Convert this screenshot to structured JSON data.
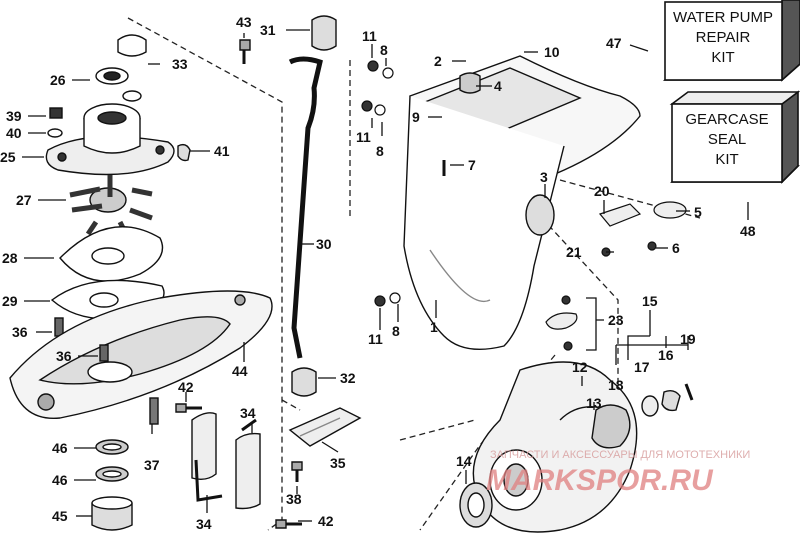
{
  "kits": {
    "water_pump": [
      "WATER PUMP",
      "REPAIR",
      "KIT"
    ],
    "gearcase_seal": [
      "GEARCASE",
      "SEAL",
      "KIT"
    ]
  },
  "watermark": {
    "small": "ЗАПЧАСТИ И АКСЕССУАРЫ ДЛЯ МОТОТЕХНИКИ",
    "large": "MARKSPOR.RU"
  },
  "callouts": [
    {
      "id": "c43",
      "text": "43"
    },
    {
      "id": "c31",
      "text": "31"
    },
    {
      "id": "c33",
      "text": "33"
    },
    {
      "id": "c26",
      "text": "26"
    },
    {
      "id": "c39",
      "text": "39"
    },
    {
      "id": "c40",
      "text": "40"
    },
    {
      "id": "c25",
      "text": "25"
    },
    {
      "id": "c41",
      "text": "41"
    },
    {
      "id": "c27",
      "text": "27"
    },
    {
      "id": "c28",
      "text": "28"
    },
    {
      "id": "c29",
      "text": "29"
    },
    {
      "id": "c36a",
      "text": "36"
    },
    {
      "id": "c36b",
      "text": "36"
    },
    {
      "id": "c44",
      "text": "44"
    },
    {
      "id": "c30",
      "text": "30"
    },
    {
      "id": "c32",
      "text": "32"
    },
    {
      "id": "c42a",
      "text": "42"
    },
    {
      "id": "c34a",
      "text": "34"
    },
    {
      "id": "c37",
      "text": "37"
    },
    {
      "id": "c46a",
      "text": "46"
    },
    {
      "id": "c46b",
      "text": "46"
    },
    {
      "id": "c45",
      "text": "45"
    },
    {
      "id": "c34b",
      "text": "34"
    },
    {
      "id": "c38",
      "text": "38"
    },
    {
      "id": "c35",
      "text": "35"
    },
    {
      "id": "c42b",
      "text": "42"
    },
    {
      "id": "c11a",
      "text": "11"
    },
    {
      "id": "c8a",
      "text": "8"
    },
    {
      "id": "c2",
      "text": "2"
    },
    {
      "id": "c10",
      "text": "10"
    },
    {
      "id": "c4",
      "text": "4"
    },
    {
      "id": "c9",
      "text": "9"
    },
    {
      "id": "c11b",
      "text": "11"
    },
    {
      "id": "c8b",
      "text": "8"
    },
    {
      "id": "c7",
      "text": "7"
    },
    {
      "id": "c47",
      "text": "47"
    },
    {
      "id": "c3",
      "text": "3"
    },
    {
      "id": "c20",
      "text": "20"
    },
    {
      "id": "c5",
      "text": "5"
    },
    {
      "id": "c21",
      "text": "21"
    },
    {
      "id": "c6",
      "text": "6"
    },
    {
      "id": "c48",
      "text": "48"
    },
    {
      "id": "c11c",
      "text": "11"
    },
    {
      "id": "c8c",
      "text": "8"
    },
    {
      "id": "c1",
      "text": "1"
    },
    {
      "id": "c23",
      "text": "23"
    },
    {
      "id": "c15",
      "text": "15"
    },
    {
      "id": "c16",
      "text": "16"
    },
    {
      "id": "c17",
      "text": "17"
    },
    {
      "id": "c19",
      "text": "19"
    },
    {
      "id": "c18",
      "text": "18"
    },
    {
      "id": "c12",
      "text": "12"
    },
    {
      "id": "c13",
      "text": "13"
    },
    {
      "id": "c14",
      "text": "14"
    }
  ]
}
